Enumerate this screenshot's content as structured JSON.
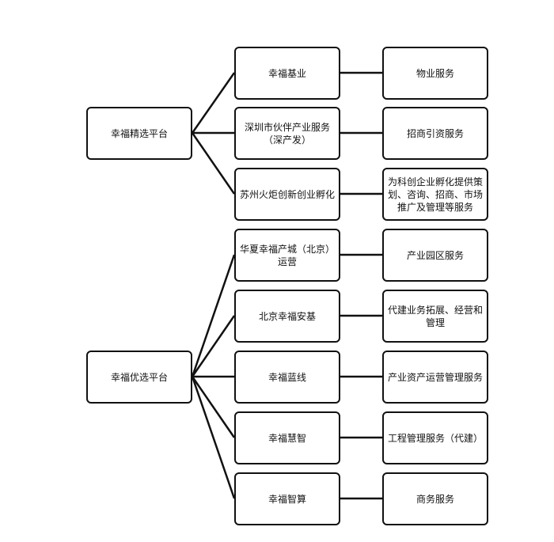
{
  "platforms": {
    "p1": "幸福精选平台",
    "p2": "幸福优选平台"
  },
  "companies": [
    "幸福基业",
    "深圳市伙伴产业服务\n（深产发）",
    "苏州火炬创新创业孵化",
    "华夏幸福产城（北京）\n运营",
    "北京幸福安基",
    "幸福蓝线",
    "幸福慧智",
    "幸福智算"
  ],
  "services": [
    "物业服务",
    "招商引资服务",
    "为科创企业孵化提供策\n划、咨询、招商、市场\n推广及管理等服务",
    "产业园区服务",
    "代建业务拓展、经营和\n管理",
    "产业资产运营管理服务",
    "工程管理服务（代建）",
    "商务服务"
  ]
}
